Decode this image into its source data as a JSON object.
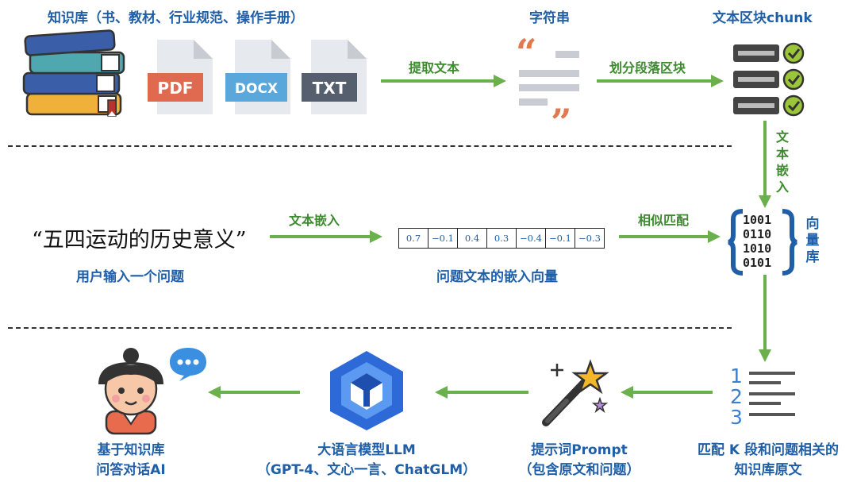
{
  "row1": {
    "kb_label": "知识库（书、教材、行业规范、操作手册）",
    "docs": [
      {
        "label": "PDF",
        "color": "#e06a4f"
      },
      {
        "label": "DOCX",
        "color": "#5aa7dc"
      },
      {
        "label": "TXT",
        "color": "#555f6d"
      }
    ],
    "string_label": "字符串",
    "chunk_label": "文本区块chunk",
    "arrow_extract": "提取文本",
    "arrow_split": "划分段落区块"
  },
  "row2": {
    "arrow_embed_vertical": "文本嵌入",
    "query": "“五四运动的历史意义”",
    "user_label": "用户输入一个问题",
    "arrow_embed": "文本嵌入",
    "vector": [
      "0.7",
      "−0.1",
      "0.4",
      "0.3",
      "−0.4",
      "−0.1",
      "−0.3"
    ],
    "vector_label": "问题文本的嵌入向量",
    "arrow_similar": "相似匹配",
    "vdb_label": "向量库",
    "vdb_chars": [
      "向",
      "量",
      "库"
    ],
    "embed_chars": [
      "文",
      "本",
      "嵌",
      "入"
    ]
  },
  "row3": {
    "match_line1": "匹配 K 段和问题相关的",
    "match_line2": "知识库原文",
    "prompt_line1": "提示词Prompt",
    "prompt_line2": "（包含原文和问题）",
    "llm_line1": "大语言模型LLM",
    "llm_line2": "（GPT-4、文心一言、ChatGLM）",
    "ai_line1": "基于知识库",
    "ai_line2": "问答对话AI",
    "list_numbers": [
      "1",
      "2",
      "3"
    ]
  },
  "colors": {
    "arrow": "#6ab04c",
    "label_blue": "#1f5fa8",
    "label_green": "#3d8a2f"
  }
}
